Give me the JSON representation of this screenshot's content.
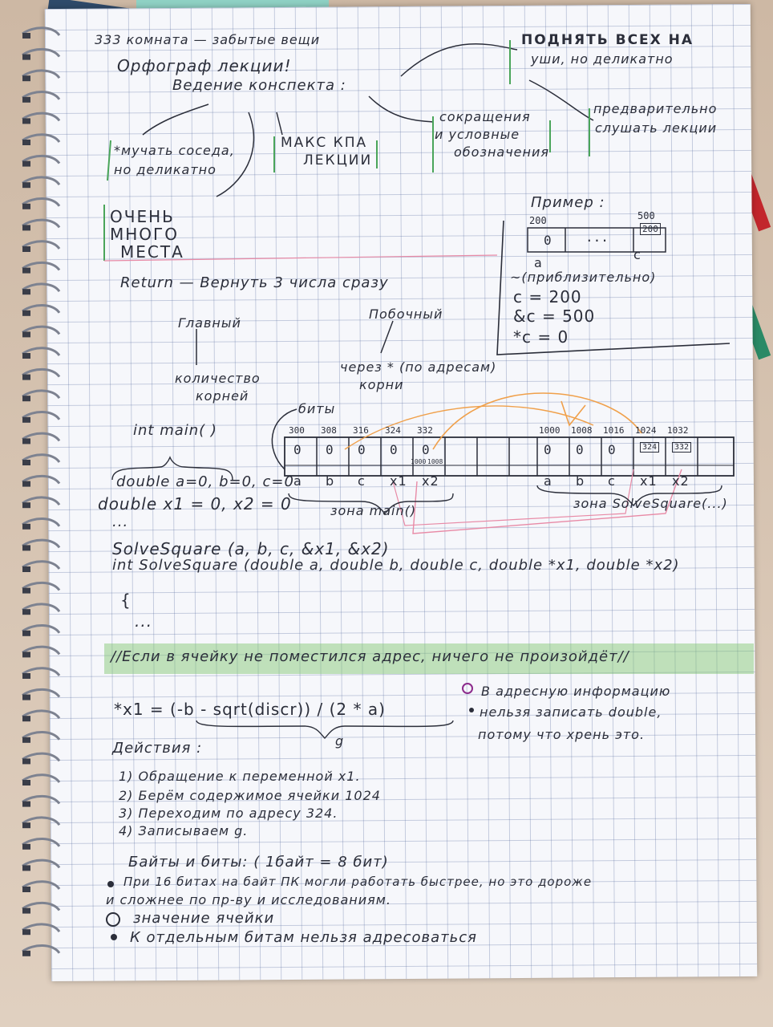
{
  "header": {
    "room": "333 комната — забытые вещи",
    "title": "Орфограф лекции!"
  },
  "conspect": {
    "heading": "Ведение конспекта :",
    "neighbor": [
      "*мучать соседа,",
      "но деликатно"
    ],
    "max_kpa": [
      "МАКС КПА",
      "ЛЕКЦИИ"
    ],
    "abbrev": [
      "сокращения",
      "и условные",
      "обозначения"
    ],
    "raise_all": [
      "ПОДНЯТЬ ВСЕХ НА",
      "уши, но деликатно"
    ],
    "listen_first": [
      "предварительно",
      "слушать лекции"
    ],
    "much_space": [
      "ОЧЕНЬ",
      "МНОГО",
      "МЕСТА"
    ]
  },
  "example": {
    "title": "Пример :",
    "addr_left": "200",
    "addr_right": "500",
    "cell_zero": "0",
    "cell_dots": "...",
    "cell_ref": "200",
    "var_a": "a",
    "var_c": "c",
    "approx": "~(приблизительно)",
    "c_line": "c = 200",
    "amp_line": "&c = 500",
    "star_line": "*c = 0"
  },
  "return_section": {
    "line": "Return — Вернуть 3 числа сразу",
    "main_label": "Главный",
    "side_label": "Побочный",
    "roots_count": [
      "количество",
      "корней"
    ],
    "via": [
      "через * (по адресам)",
      "корни"
    ]
  },
  "memory": {
    "bits_label": "биты",
    "left_addrs": [
      "300",
      "308",
      "316",
      "324",
      "332"
    ],
    "left_vals": [
      "0",
      "0",
      "0",
      "0",
      "0"
    ],
    "left_vars": [
      "a",
      "b",
      "c",
      "x1",
      "x2"
    ],
    "tiny_left": "1000",
    "tiny_right": "1008",
    "right_addrs": [
      "1000",
      "1008",
      "1016",
      "1024",
      "1032"
    ],
    "right_vals": [
      "0",
      "0",
      "0",
      "324",
      "332"
    ],
    "right_vars": [
      "a",
      "b",
      "c",
      "x1",
      "x2"
    ],
    "zone_main": "зона main()",
    "zone_solve": "зона SolveSquare(...)"
  },
  "code": {
    "int_main": "int main( )",
    "double_abc": "double a=0, b=0, c=0",
    "double_x": "double x1 = 0, x2 = 0",
    "ellipsis": "...",
    "call": "SolveSquare (a, b, c,  &x1,  &x2)",
    "signature": "int SolveSquare (double a, double b, double c, double *x1, double *x2)",
    "brace": "{",
    "body": "...",
    "highlight": "//Если в ячейку не поместился адрес, ничего не произойдёт//"
  },
  "formula": {
    "expr": "*x1 = (-b - sqrt(discr)) / (2 * a)",
    "under": "g",
    "note1": "В адресную информацию",
    "note2": "нельзя записать double,",
    "note3": "потому что хрень это."
  },
  "actions": {
    "title": "Действия :",
    "items": [
      "1) Обращение к переменной x1.",
      "2) Берём содержимое ячейки 1024",
      "3) Переходим по адресу 324.",
      "4) Записываем g."
    ]
  },
  "bytes": {
    "title": "Байты и биты: ( 1байт = 8 бит)",
    "bullet1a": "При 16 битах на байт ПК могли работать быстрее, но это дороже",
    "bullet1b": "и сложнее по пр-ву и исследованиям.",
    "bullet2": "значение ячейки",
    "bullet3": "К отдельным битам нельзя адресоваться"
  },
  "colors": {
    "ink": "#2b2e3a",
    "green": "#4aa55a",
    "orange": "#f0a04a",
    "pink": "#e88aa6",
    "highlighter": "#7cc36a"
  }
}
